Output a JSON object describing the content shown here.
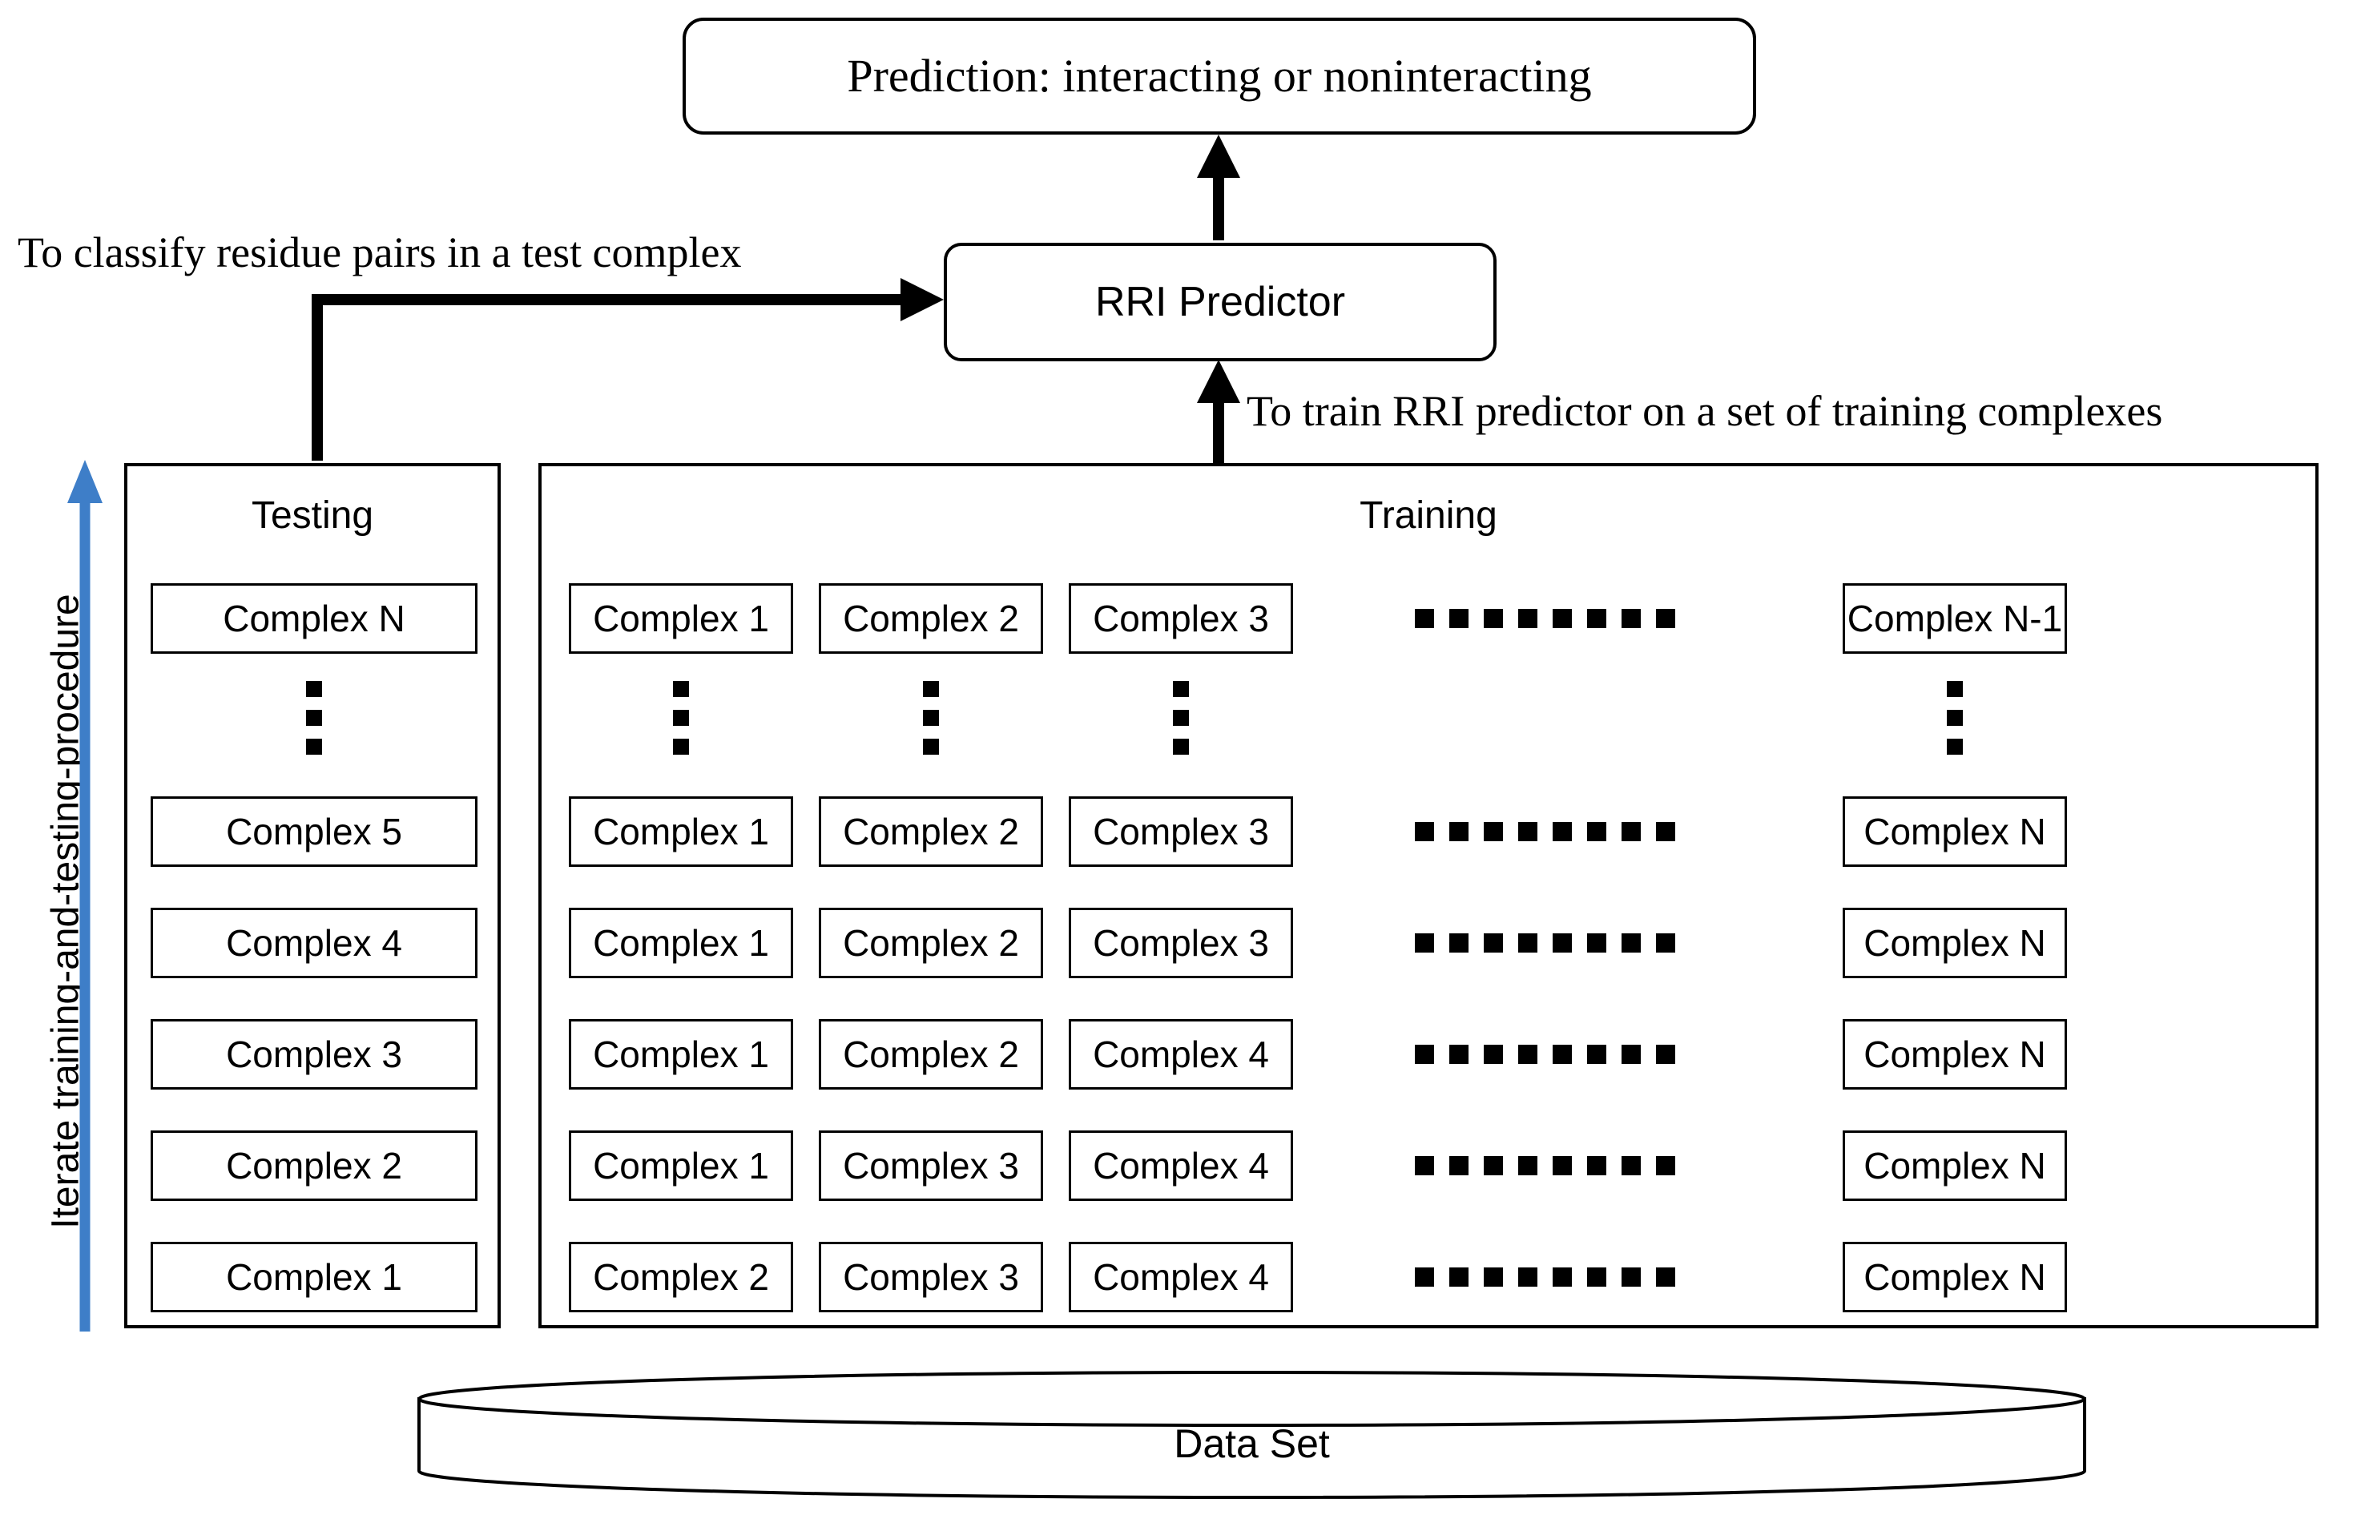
{
  "diagram": {
    "title": "RRI prediction training-and-testing workflow",
    "prediction_box": {
      "label": "Prediction: interacting or noninteracting"
    },
    "predictor_box": {
      "label": "RRI Predictor"
    },
    "captions": {
      "testing_arrow": "To classify residue pairs in a test complex",
      "training_arrow": "To train RRI predictor on a set of training complexes"
    },
    "iterate_label": "Iterate training-and-testing-procedure",
    "dataset": {
      "label": "Data Set"
    },
    "colors": {
      "blue_arrow": "#3E7EC8",
      "stroke": "#000000",
      "background": "#FFFFFF"
    },
    "ellipsis": {
      "horizontal_dot_count": 8,
      "vertical_dot_count": 3
    }
  },
  "testing_panel": {
    "title": "Testing",
    "cells_top": [
      "Complex N"
    ],
    "cells_bottom": [
      "Complex 5",
      "Complex 4",
      "Complex 3",
      "Complex 2",
      "Complex 1"
    ]
  },
  "training_panel": {
    "title": "Training",
    "rows_top": [
      {
        "cells": [
          "Complex 1",
          "Complex 2",
          "Complex 3"
        ],
        "tail": "Complex N-1"
      }
    ],
    "rows_bottom": [
      {
        "cells": [
          "Complex 1",
          "Complex 2",
          "Complex 3"
        ],
        "tail": "Complex N"
      },
      {
        "cells": [
          "Complex 1",
          "Complex 2",
          "Complex 3"
        ],
        "tail": "Complex N"
      },
      {
        "cells": [
          "Complex 1",
          "Complex 2",
          "Complex 4"
        ],
        "tail": "Complex N"
      },
      {
        "cells": [
          "Complex 1",
          "Complex 3",
          "Complex 4"
        ],
        "tail": "Complex N"
      },
      {
        "cells": [
          "Complex 2",
          "Complex 3",
          "Complex 4"
        ],
        "tail": "Complex N"
      }
    ]
  }
}
